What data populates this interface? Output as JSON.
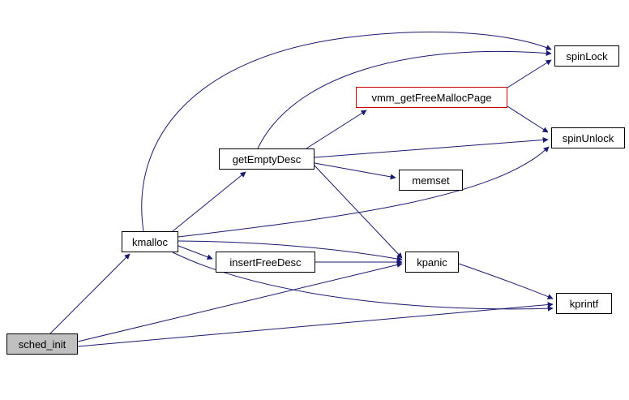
{
  "diagram": {
    "type": "call-graph",
    "root": "sched_init",
    "background": "#ffffff",
    "edge_color": "#191970",
    "node_colors": {
      "fill": "#ffffff",
      "border": "#000000",
      "root_fill": "#c0c0c0",
      "red_border": "#cc0000",
      "text": "#000000"
    },
    "nodes": [
      {
        "id": "sched_init",
        "label": "sched_init",
        "style": "root"
      },
      {
        "id": "kmalloc",
        "label": "kmalloc",
        "style": "normal"
      },
      {
        "id": "getEmptyDesc",
        "label": "getEmptyDesc",
        "style": "normal"
      },
      {
        "id": "vmm_getFreeMallocPage",
        "label": "vmm_getFreeMallocPage",
        "style": "red"
      },
      {
        "id": "memset",
        "label": "memset",
        "style": "normal"
      },
      {
        "id": "insertFreeDesc",
        "label": "insertFreeDesc",
        "style": "normal"
      },
      {
        "id": "kpanic",
        "label": "kpanic",
        "style": "normal"
      },
      {
        "id": "spinLock",
        "label": "spinLock",
        "style": "normal"
      },
      {
        "id": "spinUnlock",
        "label": "spinUnlock",
        "style": "normal"
      },
      {
        "id": "kprintf",
        "label": "kprintf",
        "style": "normal"
      }
    ],
    "edges": [
      {
        "from": "sched_init",
        "to": "kmalloc"
      },
      {
        "from": "sched_init",
        "to": "kpanic"
      },
      {
        "from": "sched_init",
        "to": "kprintf"
      },
      {
        "from": "kmalloc",
        "to": "getEmptyDesc"
      },
      {
        "from": "kmalloc",
        "to": "insertFreeDesc"
      },
      {
        "from": "kmalloc",
        "to": "kpanic"
      },
      {
        "from": "kmalloc",
        "to": "kprintf"
      },
      {
        "from": "kmalloc",
        "to": "spinLock"
      },
      {
        "from": "kmalloc",
        "to": "spinUnlock"
      },
      {
        "from": "getEmptyDesc",
        "to": "spinLock"
      },
      {
        "from": "getEmptyDesc",
        "to": "vmm_getFreeMallocPage"
      },
      {
        "from": "getEmptyDesc",
        "to": "memset"
      },
      {
        "from": "getEmptyDesc",
        "to": "spinUnlock"
      },
      {
        "from": "getEmptyDesc",
        "to": "kpanic"
      },
      {
        "from": "vmm_getFreeMallocPage",
        "to": "spinLock"
      },
      {
        "from": "vmm_getFreeMallocPage",
        "to": "spinUnlock"
      },
      {
        "from": "insertFreeDesc",
        "to": "kpanic"
      },
      {
        "from": "kpanic",
        "to": "kprintf"
      }
    ]
  }
}
